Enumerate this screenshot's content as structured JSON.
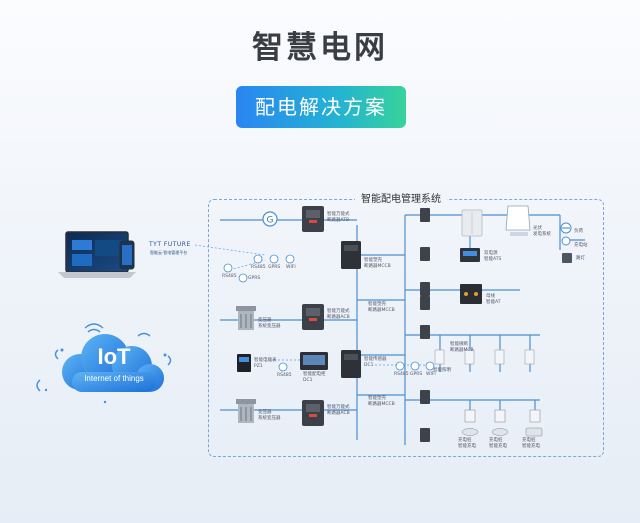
{
  "title": "智慧电网",
  "subtitle": "配电解决方案",
  "system_title": "智能配电管理系统",
  "brand": "TYT FUTURE",
  "brand_sub": "智能云·智电管理平台",
  "iot": {
    "main": "IoT",
    "sub": "Internet of things"
  },
  "comm_labels": [
    "RS485",
    "GPRS",
    "WIFI",
    "RS485",
    "GPRS",
    "RS485",
    "RS485",
    "GPRS",
    "WIFI"
  ],
  "device_labels": {
    "acb_top": [
      "智能万能式",
      "断路器ATB"
    ],
    "acb_mid": [
      "智能万能式",
      "断路器ACB"
    ],
    "acb_bot": [
      "智能万能式",
      "断路器ACB"
    ],
    "trans1": [
      "变压器",
      "系统变压器"
    ],
    "trans2": [
      "变压器",
      "系统变压器"
    ],
    "meter": [
      "智能电能表",
      "PZ1"
    ],
    "panel": [
      "智能配电柜",
      "DC1"
    ],
    "sensor": [
      "智能传感器",
      "DC1"
    ],
    "mccb1": [
      "智能塑壳",
      "断路器MCCB"
    ],
    "mccb2": [
      "智能塑壳",
      "断路器MCCB"
    ],
    "mccb3": [
      "智能塑壳",
      "断路器MCCB"
    ],
    "ats": [
      "双电源",
      "智能ATS"
    ],
    "bus": [
      "母线",
      "智能AT"
    ],
    "mcb": [
      "智能微断",
      "断路器MCB"
    ],
    "pv": [
      "光伏",
      "发电系统"
    ],
    "ev1": [
      "充电桩",
      "智能充电"
    ],
    "ev2": [
      "充电桩",
      "智能充电"
    ],
    "ev3": [
      "充电桩",
      "智能充电"
    ],
    "load1": [
      "负荷"
    ],
    "load2": [
      "充电站"
    ],
    "load3": [
      "路灯"
    ],
    "light": [
      "智能照明"
    ]
  }
}
